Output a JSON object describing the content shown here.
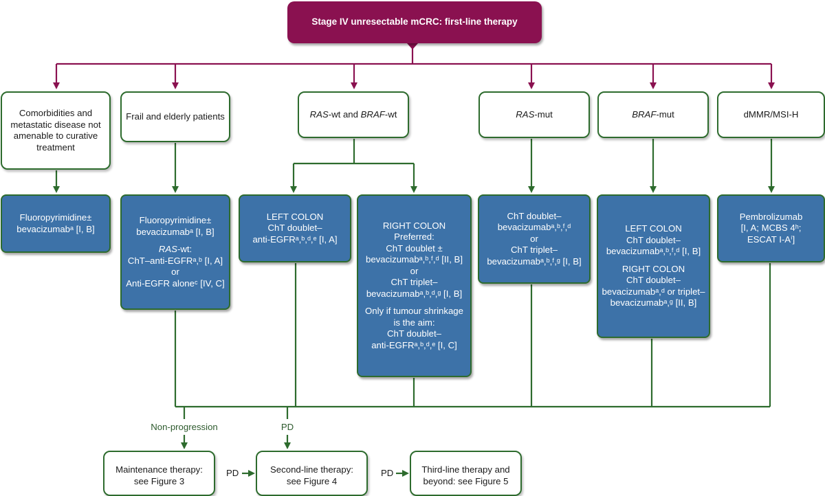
{
  "title": "Stage IV unresectable mCRC: first-line therapy",
  "categories": [
    {
      "id": "comorb",
      "lines": [
        "Comorbidities and",
        "metastatic disease not",
        "amenable to curative",
        "treatment"
      ]
    },
    {
      "id": "frail",
      "lines": [
        "Frail and elderly patients"
      ]
    },
    {
      "id": "raswt",
      "label_a": "RAS",
      "label_b": "-wt and ",
      "label_c": "BRAF",
      "label_d": "-wt"
    },
    {
      "id": "rasmut",
      "label_a": "RAS",
      "label_b": "-mut"
    },
    {
      "id": "brafmut",
      "label_a": "BRAF",
      "label_b": "-mut"
    },
    {
      "id": "dmmr",
      "lines": [
        "dMMR/MSI-H"
      ]
    }
  ],
  "treatments": {
    "comorb": {
      "lines": [
        "Fluoropyrimidine±",
        "bevacizumabᵃ [I, B]"
      ]
    },
    "frail": {
      "lines": [
        "Fluoropyrimidine±",
        "bevacizumabᵃ [I, B]"
      ],
      "ras_wt_a": "RAS",
      "ras_wt_b": "-wt:",
      "lines2": [
        "ChT–anti-EGFRᵃ,ᵇ [I, A]",
        "or",
        "Anti-EGFR aloneᶜ [IV, C]"
      ]
    },
    "left_colon": {
      "lines": [
        "LEFT COLON",
        "ChT doublet–",
        "anti-EGFRᵃ,ᵇ,ᵈ,ᵉ [I, A]"
      ]
    },
    "right_colon": {
      "lines": [
        "RIGHT COLON",
        "Preferred:",
        "ChT doublet ±",
        "bevacizumabᵃ,ᵇ,ᶠ,ᵈ [II, B]",
        "or",
        "ChT triplet–",
        "bevacizumabᵃ,ᵇ,ᵈ,ᵍ [I, B]"
      ],
      "lines2": [
        "Only if tumour shrinkage",
        "is the aim:",
        "ChT doublet–",
        "anti-EGFRᵃ,ᵇ,ᵈ,ᵉ [I, C]"
      ]
    },
    "rasmut": {
      "lines": [
        "ChT doublet–",
        "bevacizumabᵃ,ᵇ,ᶠ,ᵈ",
        "or",
        "ChT triplet–",
        "bevacizumabᵃ,ᵇ,ᶠ,ᵍ [I, B]"
      ]
    },
    "brafmut": {
      "lines": [
        "LEFT COLON",
        "ChT doublet–",
        "bevacizumabᵃ,ᵇ,ᶠ,ᵈ [I, B]"
      ],
      "lines2": [
        "RIGHT COLON",
        "ChT doublet–",
        "bevacizumabᵃ,ᵈ or triplet–",
        "bevacizumabᵃ,ᵍ [II, B]"
      ]
    },
    "dmmr": {
      "lines": [
        "Pembrolizumab",
        "[I, A; MCBS 4ʰ;",
        "ESCAT I-Aⁱ]"
      ]
    }
  },
  "flow_labels": {
    "non_progression": "Non-progression",
    "pd_top": "PD",
    "pd_1": "PD",
    "pd_2": "PD"
  },
  "bottom": {
    "maintenance": {
      "lines": [
        "Maintenance therapy:",
        "see Figure 3"
      ]
    },
    "second_line": {
      "lines": [
        "Second-line therapy:",
        "see Figure 4"
      ]
    },
    "third_line": {
      "lines": [
        "Third-line therapy and",
        "beyond: see Figure 5"
      ]
    }
  },
  "colors": {
    "title_bg": "#8a1150",
    "magenta_line": "#8a1150",
    "green_line": "#2d6b2d",
    "blue_box": "#3d72a8"
  }
}
